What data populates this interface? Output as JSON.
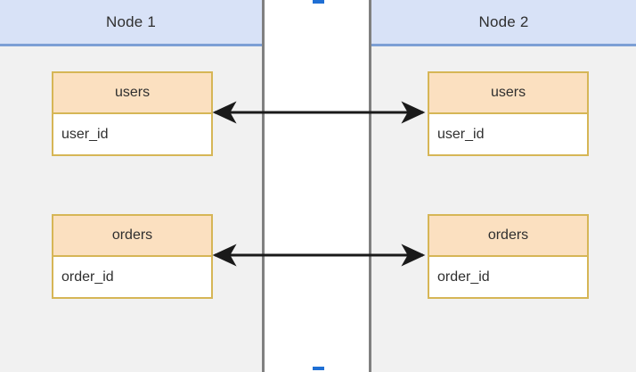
{
  "diagram": {
    "type": "replication-topology",
    "nodes": [
      {
        "id": "node-1",
        "header": "Node 1",
        "tables": [
          {
            "name": "users",
            "fields": [
              "user_id"
            ]
          },
          {
            "name": "orders",
            "fields": [
              "order_id"
            ]
          }
        ]
      },
      {
        "id": "node-2",
        "header": "Node 2",
        "tables": [
          {
            "name": "users",
            "fields": [
              "user_id"
            ]
          },
          {
            "name": "orders",
            "fields": [
              "order_id"
            ]
          }
        ]
      }
    ],
    "connections": [
      {
        "from": "node-1.users",
        "to": "node-2.users",
        "style": "double-arrow"
      },
      {
        "from": "node-1.orders",
        "to": "node-2.orders",
        "style": "double-arrow"
      }
    ]
  },
  "colors": {
    "node_header_fill": "#d8e2f7",
    "node_header_border": "#7d9fd5",
    "node_body_fill": "#f1f1f1",
    "node_divider": "#808080",
    "entity_title_fill": "#fbe0c0",
    "entity_border": "#d6b656",
    "entity_body_fill": "#ffffff",
    "arrow": "#1a1a1a",
    "handle": "#1f6fd4",
    "text": "#2f2f2f"
  }
}
